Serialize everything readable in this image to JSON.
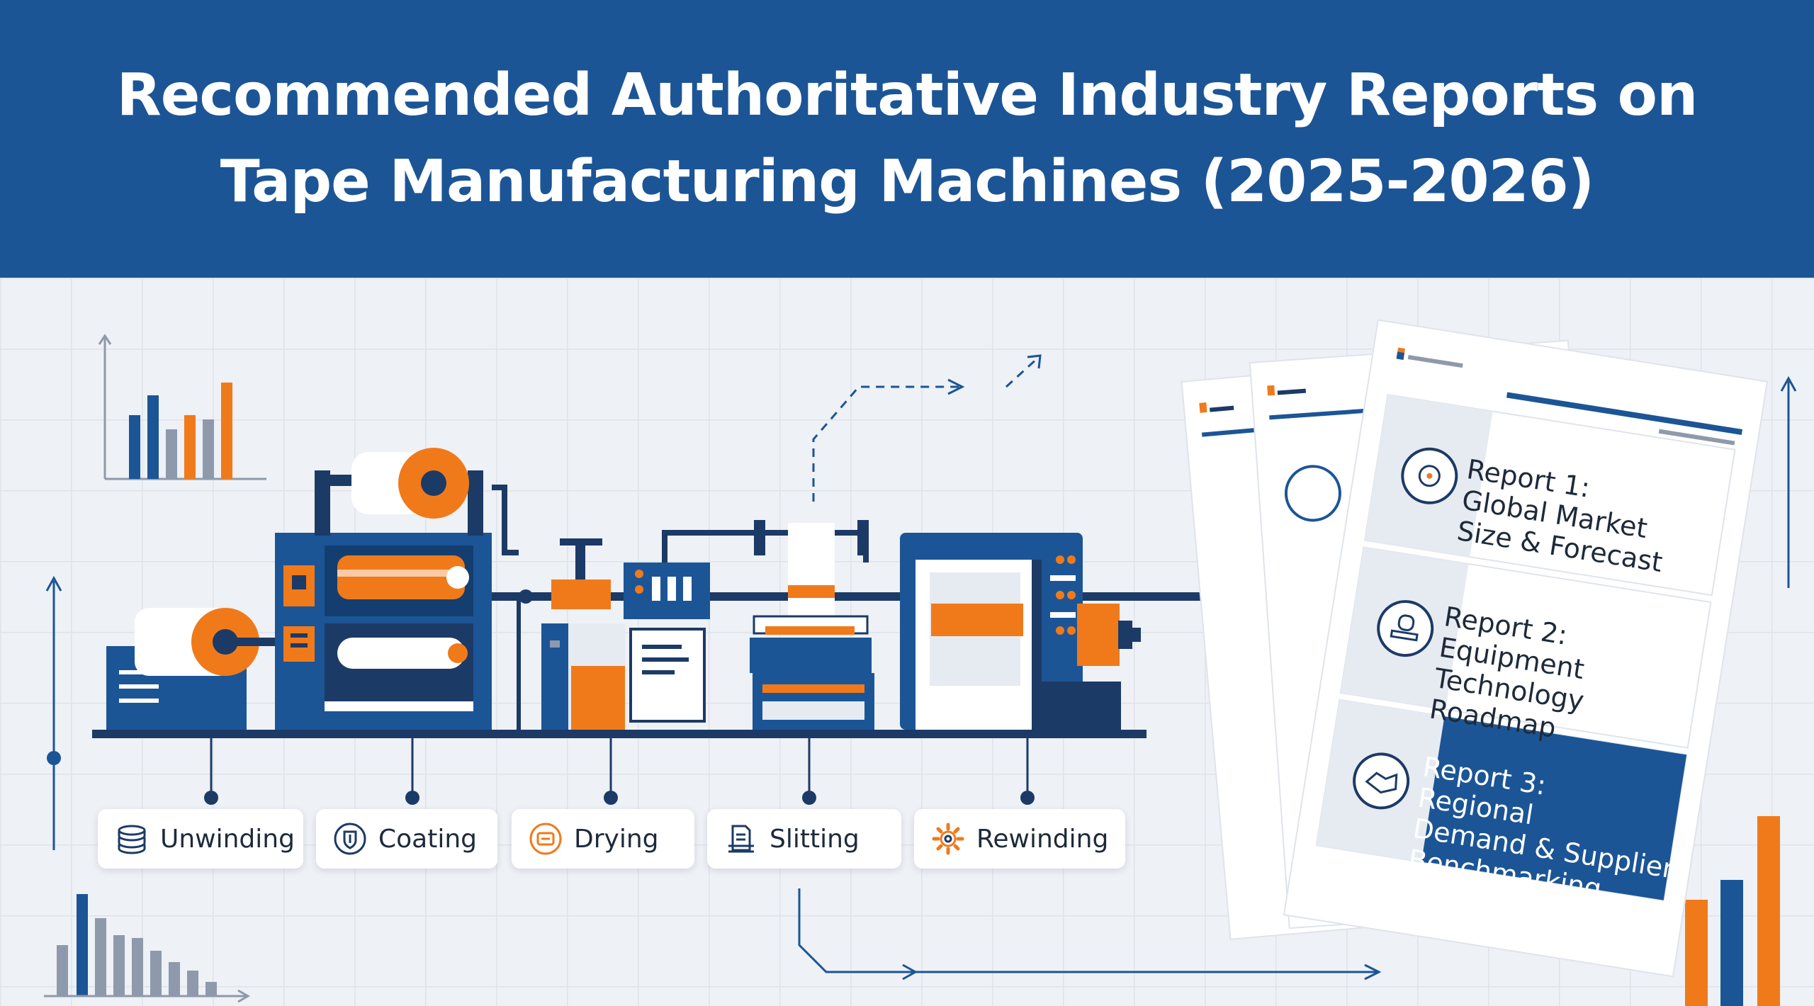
{
  "title_line1": "Recommended Authoritative Industry Reports on",
  "title_line2": "Tape Manufacturing Machines (2025-2026)",
  "process_steps": [
    {
      "label": "Unwinding",
      "icon": "stacked-rolls-icon"
    },
    {
      "label": "Coating",
      "icon": "shield-drop-icon"
    },
    {
      "label": "Drying",
      "icon": "heater-icon"
    },
    {
      "label": "Slitting",
      "icon": "document-cut-icon"
    },
    {
      "label": "Rewinding",
      "icon": "gear-icon"
    }
  ],
  "reports": [
    {
      "label": "Report 1:",
      "title": "Global Market Size & Forecast",
      "icon": "globe-gear-icon"
    },
    {
      "label": "Report 2:",
      "title": "Equipment Technology Roadmap",
      "icon": "stamp-icon"
    },
    {
      "label": "Report 3:",
      "title": "Regional Demand & Supplier Benchmarking",
      "icon": "handshake-icon"
    }
  ],
  "colors": {
    "brand_blue": "#1c5596",
    "accent_orange": "#f07a1a",
    "grey_bar": "#8e9aab"
  }
}
